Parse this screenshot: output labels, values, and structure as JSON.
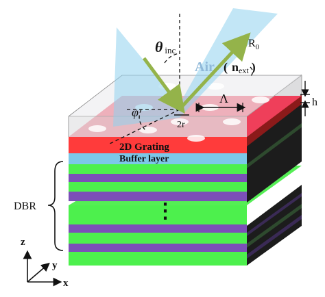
{
  "labels": {
    "theta_inc_sym": "θ",
    "theta_inc_sub": "inc",
    "phi": "φ",
    "air": "Air",
    "n_ext_open": "(",
    "n_ext_main": "n",
    "n_ext_sub": "ext",
    "n_ext_close": ")",
    "r0_main": "R",
    "r0_sub": "0",
    "lambda": "Λ",
    "two_r": "2r",
    "h": "h",
    "grating": "2D Grating",
    "buffer": "Buffer layer",
    "dbr": "DBR",
    "ellipsis": "⋮",
    "axis_z": "z",
    "axis_y": "y",
    "axis_x": "x"
  },
  "colors": {
    "air_layer": "#e4e4e6",
    "grating": "#ff3b3b",
    "buffer": "#7cc8e8",
    "green": "#4df04d",
    "purple": "#7c4fb8",
    "side_dark": "#1a1a1a",
    "beam": "#8fd1ee",
    "arrow": "#94b34a"
  }
}
